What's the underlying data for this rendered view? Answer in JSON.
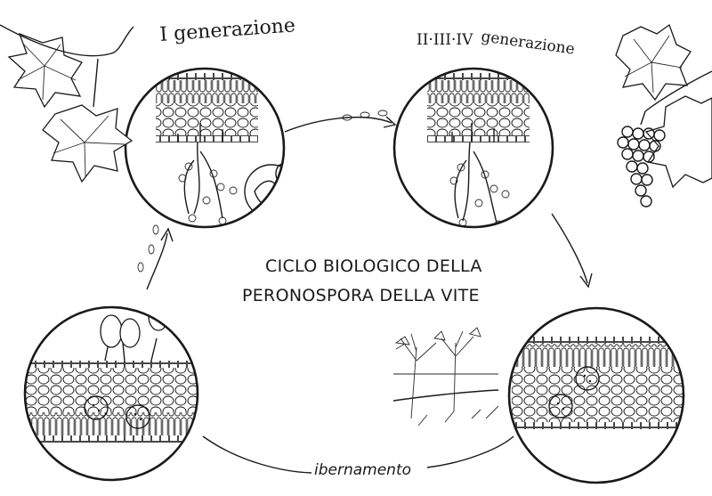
{
  "diagram": {
    "title_line1": "CICLO BIOLOGICO DELLA",
    "title_line2": "PERONOSPORA DELLA VITE",
    "stage_first_label": "I generazione",
    "stage_second_roman": "II·III·IV",
    "stage_second_word": "generazione",
    "overwinter_label": "ibernamento"
  },
  "colors": {
    "ink": "#1a1a1a",
    "paper": "#ffffff"
  }
}
